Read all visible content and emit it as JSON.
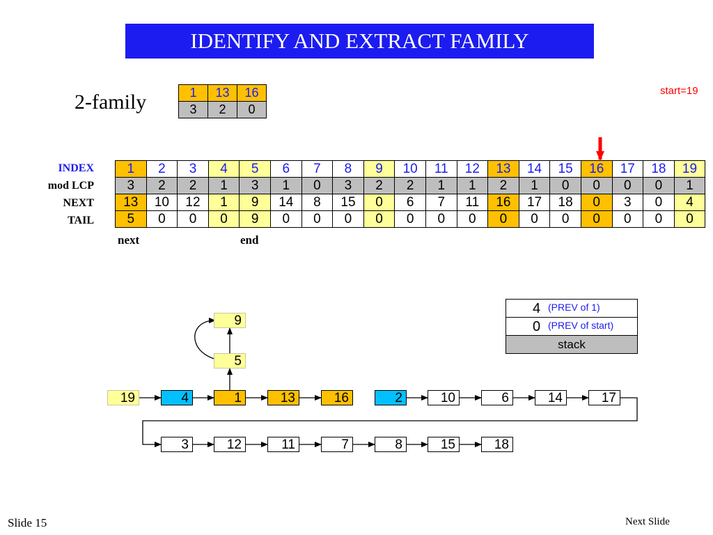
{
  "title": "IDENTIFY AND EXTRACT FAMILY",
  "family_label": "2-family",
  "family_table": {
    "top": [
      "1",
      "13",
      "16"
    ],
    "bottom": [
      "3",
      "2",
      "0"
    ]
  },
  "start_label": "start=19",
  "row_labels": {
    "index": "INDEX",
    "modlcp": "mod LCP",
    "next": "NEXT",
    "tail": "TAIL"
  },
  "table": {
    "index": [
      "1",
      "2",
      "3",
      "4",
      "5",
      "6",
      "7",
      "8",
      "9",
      "10",
      "11",
      "12",
      "13",
      "14",
      "15",
      "16",
      "17",
      "18",
      "19"
    ],
    "modlcp": [
      "3",
      "2",
      "2",
      "1",
      "3",
      "1",
      "0",
      "3",
      "2",
      "2",
      "1",
      "1",
      "2",
      "1",
      "0",
      "0",
      "0",
      "0",
      "1"
    ],
    "next": [
      "13",
      "10",
      "12",
      "1",
      "9",
      "14",
      "8",
      "15",
      "0",
      "6",
      "7",
      "11",
      "16",
      "17",
      "18",
      "0",
      "3",
      "0",
      "4"
    ],
    "tail": [
      "5",
      "0",
      "0",
      "0",
      "9",
      "0",
      "0",
      "0",
      "0",
      "0",
      "0",
      "0",
      "0",
      "0",
      "0",
      "0",
      "0",
      "0",
      "0"
    ],
    "orange_columns": [
      1,
      13,
      16
    ],
    "yellow_columns": [
      4,
      5,
      9,
      19
    ]
  },
  "below_labels": {
    "next": "next",
    "end": "end"
  },
  "stack": {
    "rows": [
      {
        "value": "4",
        "note": "(PREV of 1)"
      },
      {
        "value": "0",
        "note": "(PREV of start)"
      }
    ],
    "label": "stack"
  },
  "chain": {
    "row1": [
      "19",
      "4",
      "1",
      "13",
      "16",
      "2",
      "10",
      "6",
      "14",
      "17"
    ],
    "row2": [
      "3",
      "12",
      "11",
      "7",
      "8",
      "15",
      "18"
    ],
    "stacked": [
      "5",
      "9"
    ]
  },
  "colors": {
    "banner": "#1c1cf0",
    "orange": "#ffc000",
    "light_yellow": "#ffff99",
    "cyan": "#00c0ff",
    "gray": "#bebebe",
    "red": "#ff0000",
    "blue_text": "#1c1cf0"
  },
  "footer": {
    "slide": "Slide 15",
    "next": "Next Slide"
  }
}
